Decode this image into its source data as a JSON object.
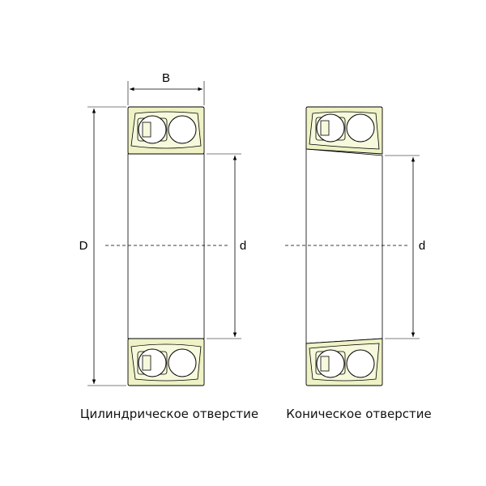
{
  "diagram": {
    "left": {
      "caption": "Цилиндрическое отверстие",
      "width_label": "B",
      "outer_label": "D",
      "bore_label": "d"
    },
    "right": {
      "caption": "Коническое отверстие",
      "bore_label": "d"
    },
    "colors": {
      "ring_fill": "#eef2c4",
      "cage_fill": "#f7f9dc",
      "outline": "#000000"
    }
  }
}
